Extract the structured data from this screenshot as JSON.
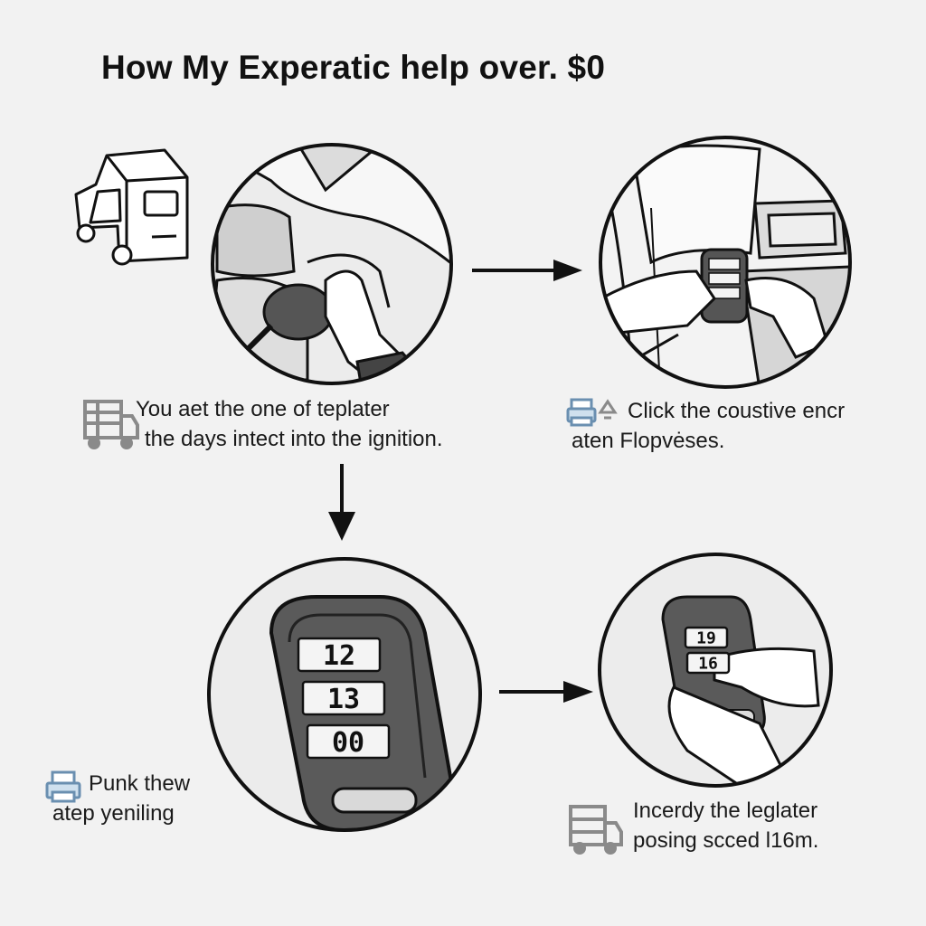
{
  "page": {
    "title": "How My Experatic help over. $0"
  },
  "steps": [
    {
      "line1": "You aet the one of teplater",
      "line2": "the days intect into the ignition.",
      "icon": "truck-icon"
    },
    {
      "line1": "Click the coustive encr",
      "line2": "aten Flopvėses.",
      "icon": "printer-icon"
    },
    {
      "line1": "Punk thew",
      "line2": "atep yeniling",
      "icon": "printer-icon"
    },
    {
      "line1": "Incerdy the leglater",
      "line2": "posing scced l16m.",
      "icon": "truck-icon"
    }
  ],
  "remote": {
    "buttons": [
      "12",
      "13",
      "00"
    ]
  },
  "remote_small": {
    "buttons": [
      "19",
      "16"
    ]
  },
  "colors": {
    "ink": "#111111",
    "panel_fill": "#e6e6e6",
    "remote_body": "#5a5a5a",
    "button_face": "#f4f4f4",
    "icon_gray": "#8a8a8a",
    "icon_blue": "#6a8fb0"
  }
}
